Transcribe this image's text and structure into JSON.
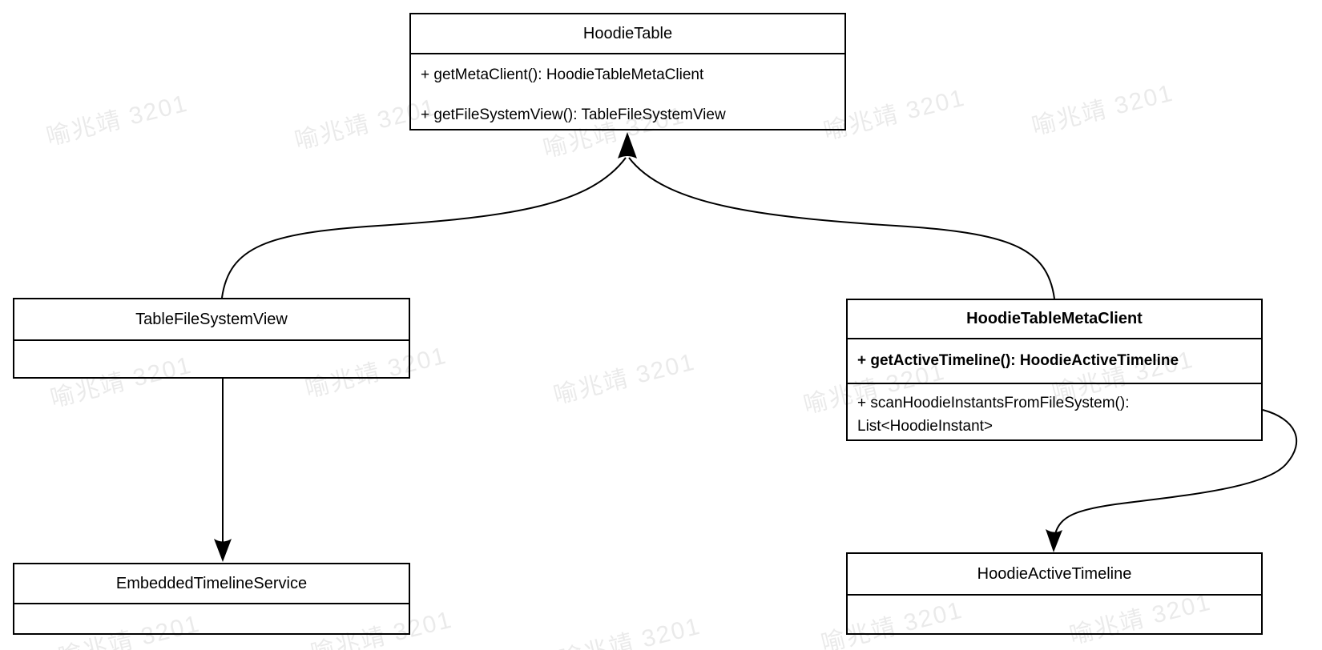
{
  "diagram": {
    "type": "uml-class-diagram",
    "background": "#ffffff",
    "stroke_color": "#000000",
    "classes": [
      {
        "id": "hoodie-table",
        "title": "HoodieTable",
        "title_bold": false,
        "methods": [
          {
            "text": "+ getMetaClient(): HoodieTableMetaClient",
            "bold": false
          },
          {
            "text": "+ getFileSystemView(): TableFileSystemView",
            "bold": false
          }
        ]
      },
      {
        "id": "table-file-system-view",
        "title": "TableFileSystemView",
        "title_bold": false,
        "methods": []
      },
      {
        "id": "hoodie-table-meta-client",
        "title": "HoodieTableMetaClient",
        "title_bold": true,
        "methods": [
          {
            "text": "+ getActiveTimeline(): HoodieActiveTimeline",
            "bold": true
          },
          {
            "text": "+ scanHoodieInstantsFromFileSystem(): List<HoodieInstant>",
            "bold": false,
            "wrapped_lines": [
              "+ scanHoodieInstantsFromFileSystem():",
              "List<HoodieInstant>"
            ]
          }
        ]
      },
      {
        "id": "embedded-timeline-service",
        "title": "EmbeddedTimelineService",
        "title_bold": false,
        "methods": []
      },
      {
        "id": "hoodie-active-timeline",
        "title": "HoodieActiveTimeline",
        "title_bold": false,
        "methods": []
      }
    ],
    "relations": [
      {
        "from": "table-file-system-view",
        "to": "hoodie-table",
        "style": "curved-arrow",
        "arrowhead_at": "hoodie-table"
      },
      {
        "from": "hoodie-table-meta-client",
        "to": "hoodie-table",
        "style": "curved-arrow",
        "arrowhead_at": "hoodie-table"
      },
      {
        "from": "table-file-system-view",
        "to": "embedded-timeline-service",
        "style": "straight-arrow",
        "arrowhead_at": "embedded-timeline-service"
      },
      {
        "from": "hoodie-table-meta-client",
        "to": "hoodie-active-timeline",
        "style": "s-curve-arrow",
        "arrowhead_at": "hoodie-active-timeline"
      }
    ]
  },
  "watermark": {
    "text": "喻兆靖 3201",
    "color": "#000000",
    "opacity": 0.08
  }
}
